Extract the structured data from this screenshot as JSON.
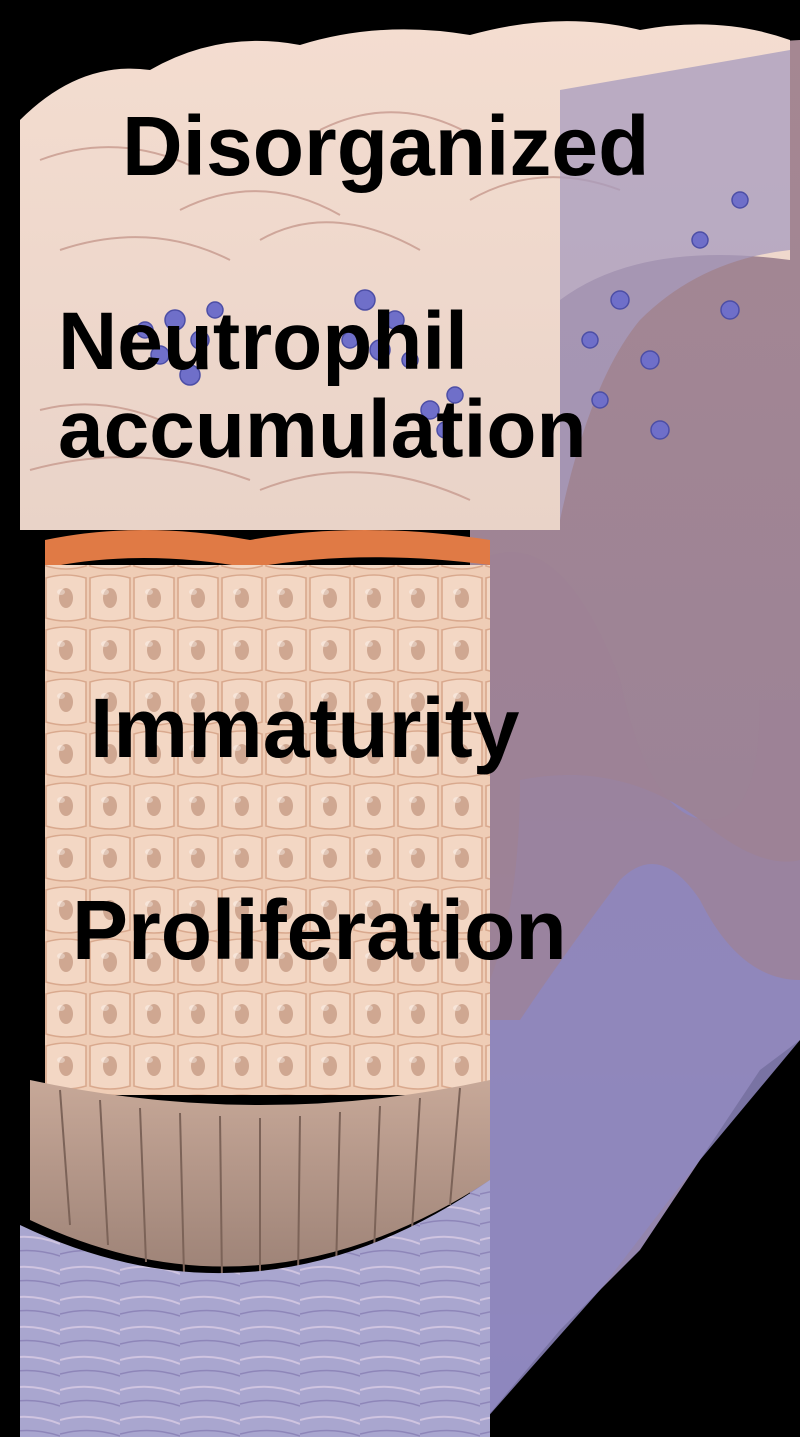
{
  "labels": {
    "disorganized": "Disorganized",
    "neutrophil_line1": "Neutrophil",
    "neutrophil_line2": "accumulation",
    "immaturity": "Immaturity",
    "proliferation": "Proliferation"
  },
  "colors": {
    "background": "#000000",
    "keratin_layer": "#f1d6c8",
    "spinous_layer": "#efcdb6",
    "cell_outline": "#d9a98e",
    "cell_nucleus": "#a77c6a",
    "basal_layer": "#b59a8a",
    "dermis": "#a58792",
    "dermis_deep": "#8f86b8",
    "neutrophil": "#6f6fc9",
    "granular_layer": "#e07a45",
    "label_text": "#000000"
  }
}
